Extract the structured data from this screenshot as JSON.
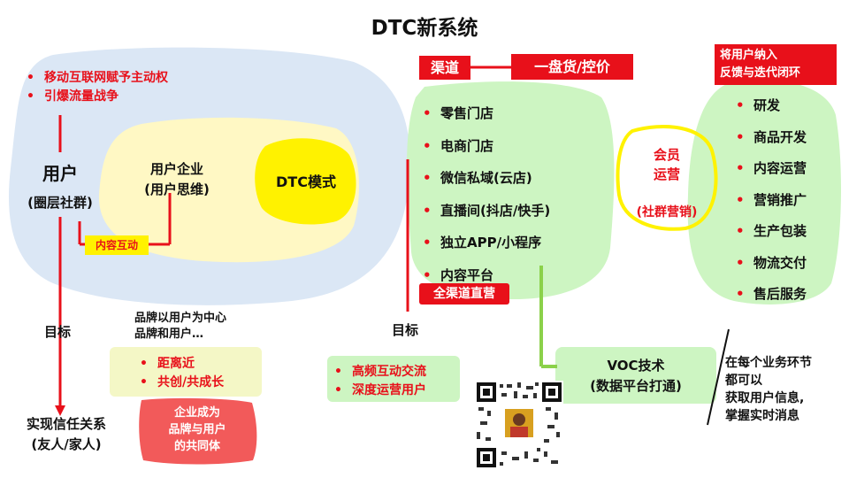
{
  "title": "DTC新系统",
  "left": {
    "bullets": [
      "移动互联网赋予主动权",
      "引爆流量战争"
    ],
    "user_title": "用户",
    "user_sub": "(圈层社群)",
    "enterprise_line1": "用户企业",
    "enterprise_line2": "(用户思维)",
    "dtc_mode": "DTC模式",
    "content_interaction": "内容互动",
    "target_label": "目标",
    "trust_line1": "实现信任关系",
    "trust_line2": "(友人/家人)"
  },
  "middle_left": {
    "brand_line1": "品牌以用户为中心",
    "brand_line2": "品牌和用户…",
    "bullets": [
      "距离近",
      "共创/共成长"
    ],
    "community_line1": "企业成为",
    "community_line2": "品牌与用户",
    "community_line3": "的共同体"
  },
  "channels": {
    "channel_tag": "渠道",
    "inventory_tag": "一盘货/控价",
    "items": [
      "零售门店",
      "电商门店",
      "微信私域(云店)",
      "直播间(抖店/快手)",
      "独立APP/小程序",
      "内容平台"
    ],
    "all_channel_tag": "全渠道直营",
    "target_label": "目标",
    "bullets": [
      "高频互动交流",
      "深度运营用户"
    ]
  },
  "membership": {
    "line1": "会员",
    "line2": "运营",
    "line3": "(社群营销)"
  },
  "feedback": {
    "tag_line1": "将用户纳入",
    "tag_line2": "反馈与迭代闭环",
    "items": [
      "研发",
      "商品开发",
      "内容运营",
      "营销推广",
      "生产包装",
      "物流交付",
      "售后服务"
    ]
  },
  "voc": {
    "line1": "VOC技术",
    "line2": "(数据平台打通)",
    "note_line1": "在每个业务环节",
    "note_line2": "都可以",
    "note_line3": "获取用户信息,",
    "note_line4": "掌握实时消息"
  },
  "colors": {
    "accent_red": "#e8101a",
    "light_blue": "#dbe7f5",
    "light_yellow": "#fff8c4",
    "yellow": "#fff200",
    "light_green": "#cdf5c2",
    "pale_yellow_green": "#f4f7c6",
    "coral": "#f25a5a"
  }
}
